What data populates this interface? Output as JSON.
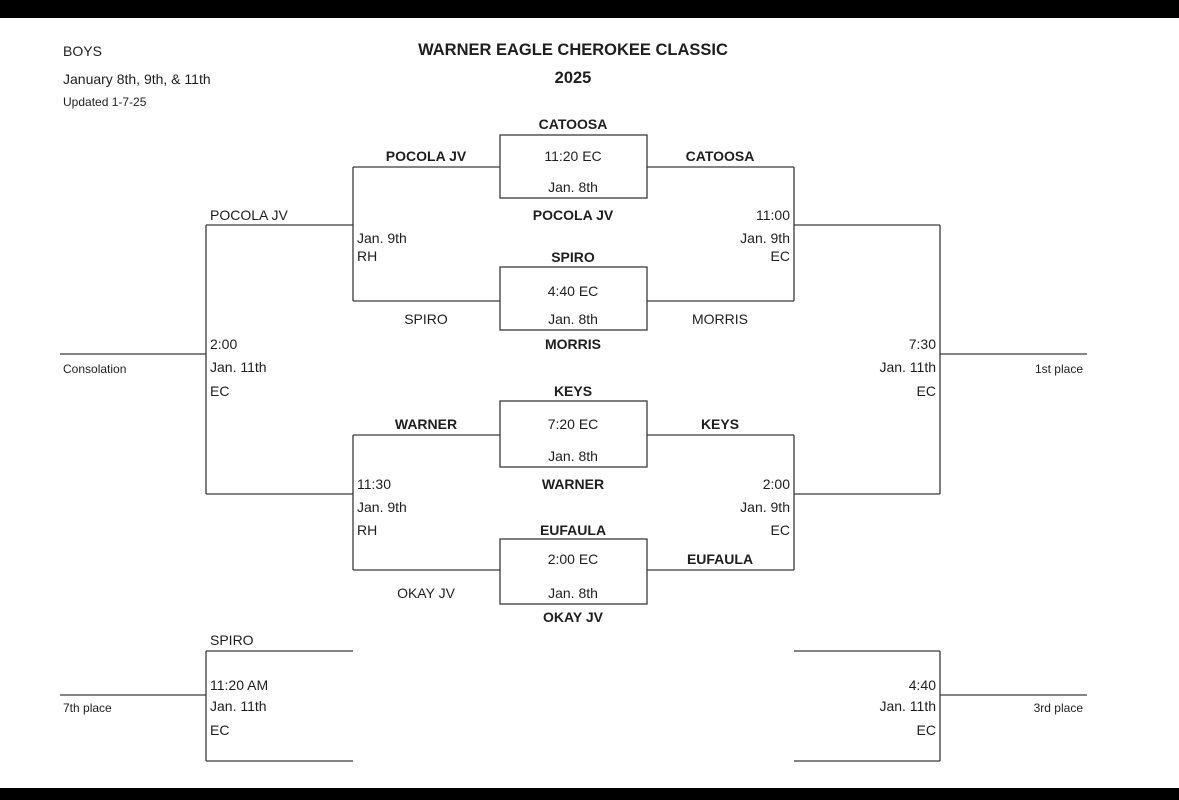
{
  "header": {
    "division": "BOYS",
    "dates": "January 8th, 9th, & 11th",
    "updated": "Updated 1-7-25",
    "title": "WARNER EAGLE CHEROKEE CLASSIC",
    "year": "2025"
  },
  "round1": [
    {
      "top_team": "CATOOSA",
      "time": "11:20 EC",
      "date": "Jan. 8th",
      "bottom_team": "POCOLA JV"
    },
    {
      "top_team": "SPIRO",
      "time": "4:40 EC",
      "date": "Jan. 8th",
      "bottom_team": "MORRIS"
    },
    {
      "top_team": "KEYS",
      "time": "7:20 EC",
      "date": "Jan. 8th",
      "bottom_team": "WARNER"
    },
    {
      "top_team": "EUFAULA",
      "time": "2:00 EC",
      "date": "Jan. 8th",
      "bottom_team": "OKAY JV"
    }
  ],
  "consolation_side": {
    "upper_semi": {
      "team_top": "POCOLA JV",
      "team_bottom": "SPIRO",
      "date": "Jan. 9th",
      "site": "RH"
    },
    "lower_semi": {
      "team_top": "WARNER",
      "team_bottom": "OKAY JV",
      "time": "11:30",
      "date": "Jan. 9th",
      "site": "RH"
    },
    "final": {
      "team_top": "POCOLA JV",
      "time": "2:00",
      "date": "Jan. 11th",
      "site": "EC",
      "label": "Consolation"
    }
  },
  "championship_side": {
    "upper_semi": {
      "team_top": "CATOOSA",
      "team_bottom": "MORRIS",
      "time": "11:00",
      "date": "Jan. 9th",
      "site": "EC"
    },
    "lower_semi": {
      "team_top": "KEYS",
      "team_bottom": "EUFAULA",
      "time": "2:00",
      "date": "Jan. 9th",
      "site": "EC"
    },
    "final": {
      "time": "7:30",
      "date": "Jan. 11th",
      "site": "EC",
      "label": "1st place"
    }
  },
  "seventh_place": {
    "team_top": "SPIRO",
    "time": "11:20 AM",
    "date": "Jan. 11th",
    "site": "EC",
    "label": "7th place"
  },
  "third_place": {
    "time": "4:40",
    "date": "Jan. 11th",
    "site": "EC",
    "label": "3rd place"
  }
}
